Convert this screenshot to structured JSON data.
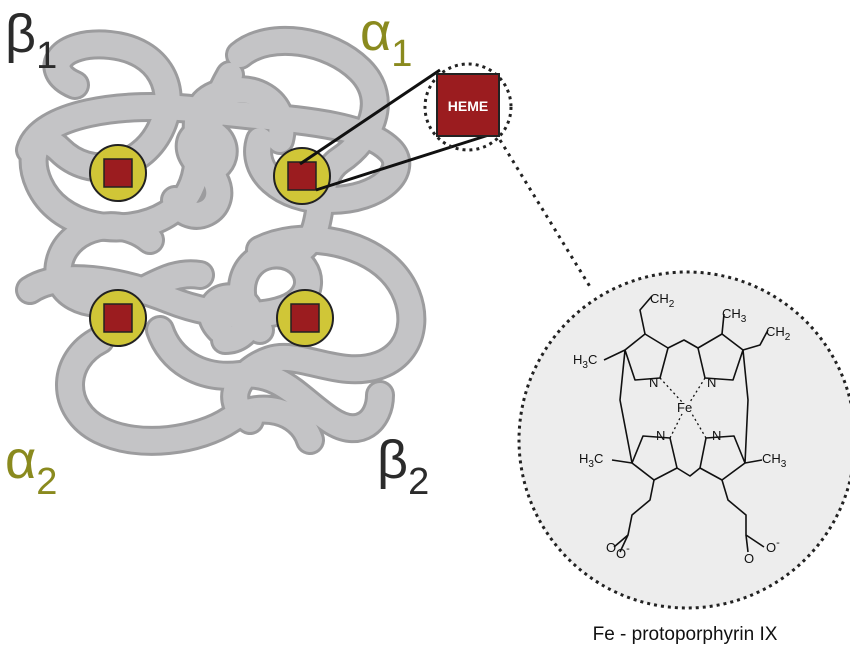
{
  "labels": {
    "beta1": {
      "letter": "β",
      "sub": "1"
    },
    "alpha1": {
      "letter": "α",
      "sub": "1"
    },
    "alpha2": {
      "letter": "α",
      "sub": "2"
    },
    "beta2": {
      "letter": "β",
      "sub": "2"
    }
  },
  "heme_label": "HEME",
  "molecule": {
    "ch2_top": "CH",
    "ch2_top_sub": "2",
    "ch3_top": "CH",
    "ch3_top_sub": "3",
    "ch2_right": "CH",
    "ch2_right_sub": "2",
    "h3c_left": "H",
    "h3c_left_sub": "3",
    "h3c_left_c": "C",
    "h3c_bottom": "H",
    "h3c_bottom_sub": "3",
    "h3c_bottom_c": "C",
    "ch3_bottom": "CH",
    "ch3_bottom_sub": "3",
    "n": "N",
    "fe": "Fe",
    "o": "O",
    "o_minus": "O",
    "charge": "-"
  },
  "caption": "Fe - protoporphyrin IX",
  "colors": {
    "protein": "#c4c4c6",
    "protein_outline": "#9c9c9e",
    "heme_ring": "#d0c637",
    "heme_square": "#9b1c1f",
    "alpha_label": "#8a8a1e",
    "beta_label": "#2b2b2b",
    "zoom_fill": "#ededed"
  }
}
